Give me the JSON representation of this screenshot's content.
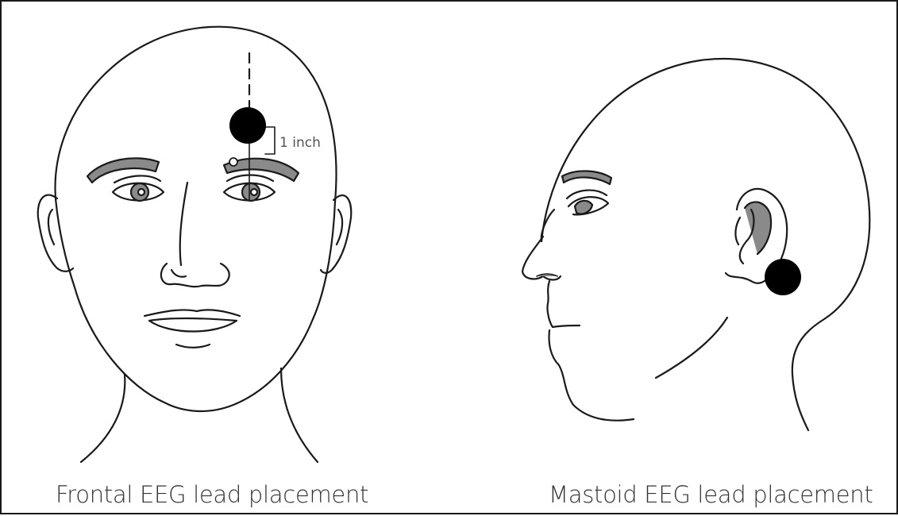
{
  "diagram": {
    "frontal": {
      "caption": "Frontal EEG lead placement",
      "measurement": "1 inch"
    },
    "mastoid": {
      "caption": "Mastoid EEG lead placement"
    }
  },
  "colors": {
    "line": "#1a1a1a",
    "fill_gray": "#8a8a8a",
    "electrode": "#000000"
  }
}
